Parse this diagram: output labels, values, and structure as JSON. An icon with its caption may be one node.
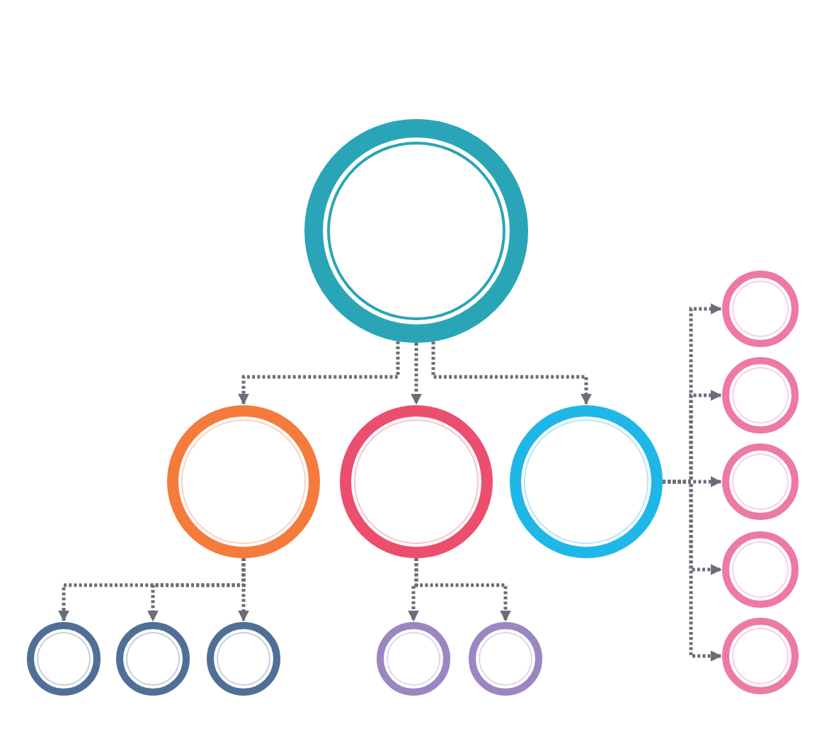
{
  "diagram": {
    "nodes": [
      {
        "text": [],
        "shape": "circle"
      },
      {
        "text": [],
        "shape": "circle"
      },
      {
        "text": [],
        "shape": "circle"
      },
      {
        "text": [],
        "shape": "circle"
      },
      {
        "text": [],
        "shape": "circle"
      },
      {
        "text": [],
        "shape": "circle"
      },
      {
        "text": [],
        "shape": "circle"
      },
      {
        "text": [],
        "shape": "circle"
      },
      {
        "text": [],
        "shape": "circle"
      },
      {
        "text": [],
        "shape": "circle"
      },
      {
        "text": [],
        "shape": "circle"
      },
      {
        "text": [],
        "shape": "circle"
      },
      {
        "text": [],
        "shape": "circle"
      },
      {
        "text": [],
        "shape": "circle"
      }
    ],
    "edges": [
      {
        "from": 0,
        "to": 1,
        "arrow": "to"
      },
      {
        "from": 0,
        "to": 2,
        "arrow": "to"
      },
      {
        "from": 0,
        "to": 3,
        "arrow": "to"
      },
      {
        "from": 1,
        "to": 4,
        "arrow": "to"
      },
      {
        "from": 1,
        "to": 5,
        "arrow": "to"
      },
      {
        "from": 1,
        "to": 6,
        "arrow": "to"
      },
      {
        "from": 2,
        "to": 7,
        "arrow": "to"
      },
      {
        "from": 2,
        "to": 8,
        "arrow": "to"
      },
      {
        "from": 3,
        "to": 9,
        "arrow": "to"
      },
      {
        "from": 3,
        "to": 10,
        "arrow": "to"
      },
      {
        "from": 3,
        "to": 11,
        "arrow": "to"
      },
      {
        "from": 3,
        "to": 12,
        "arrow": "to"
      },
      {
        "from": 3,
        "to": 13,
        "arrow": "to"
      }
    ]
  }
}
